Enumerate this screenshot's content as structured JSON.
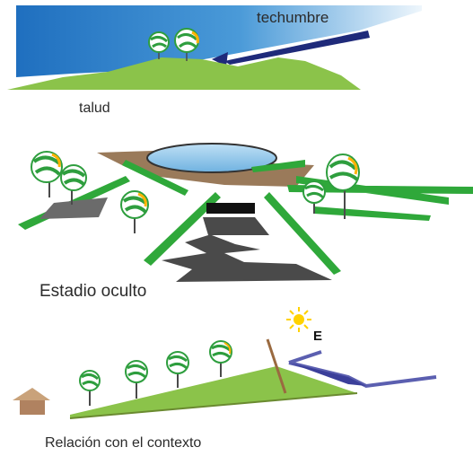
{
  "labels": {
    "roof": "techumbre",
    "slope": "talud",
    "hidden_stadium": "Estadio oculto",
    "context_relation": "Relación con el contexto",
    "east_marker": "E"
  },
  "colors": {
    "sky_blue": "#2f7fc6",
    "sky_light": "#e6f2fb",
    "grass_green": "#8bc34a",
    "tree_green": "#2e9e3e",
    "earth_brown": "#9a7a5a",
    "roof_navy": "#1f2a7a",
    "roof_purple": "#5b5fb0",
    "asphalt_gray": "#4a4a4a",
    "sun_yellow": "#ffd200",
    "house_tan": "#c9a27a"
  },
  "icons": [
    "tree-icon",
    "sun-icon",
    "house-icon"
  ]
}
